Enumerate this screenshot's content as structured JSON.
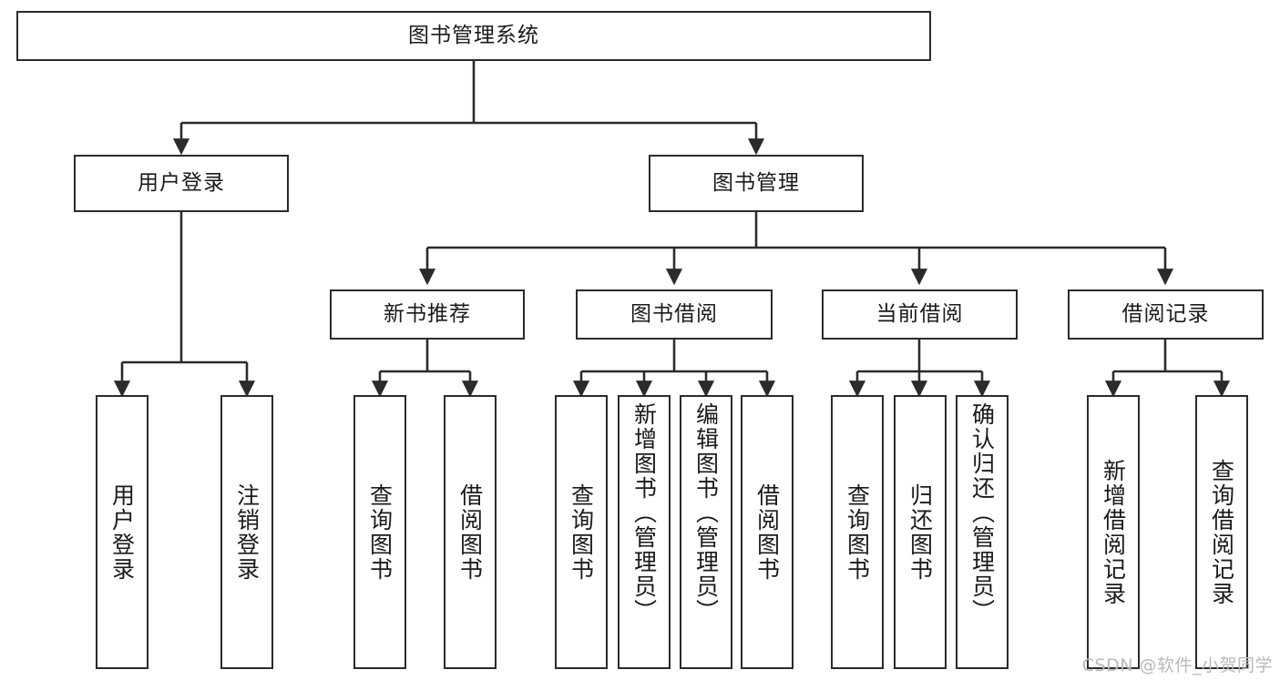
{
  "diagram": {
    "title": "图书管理系统",
    "type": "tree-hierarchy-chart",
    "watermark": "CSDN @软件_小贺同学",
    "colors": {
      "box_border": "#2b2b2b",
      "box_fill": "#ffffff",
      "edge": "#2b2b2b",
      "text": "#1a1a1a",
      "watermark": "#b9b9b9"
    },
    "root": {
      "label": "图书管理系统"
    },
    "level2": [
      {
        "label": "用户登录"
      },
      {
        "label": "图书管理"
      }
    ],
    "level3": [
      {
        "label": "新书推荐"
      },
      {
        "label": "图书借阅"
      },
      {
        "label": "当前借阅"
      },
      {
        "label": "借阅记录"
      }
    ],
    "leaves": {
      "user_login": [
        {
          "label": "用户登录"
        },
        {
          "label": "注销登录"
        }
      ],
      "new_book_recommend": [
        {
          "label": "查询图书"
        },
        {
          "label": "借阅图书"
        }
      ],
      "book_borrow": [
        {
          "label": "查询图书"
        },
        {
          "label": "新增图书（管理员）"
        },
        {
          "label": "编辑图书（管理员）"
        },
        {
          "label": "借阅图书"
        }
      ],
      "current_borrow": [
        {
          "label": "查询图书"
        },
        {
          "label": "归还图书"
        },
        {
          "label": "确认归还（管理员）"
        }
      ],
      "borrow_record": [
        {
          "label": "新增借阅记录"
        },
        {
          "label": "查询借阅记录"
        }
      ]
    }
  }
}
